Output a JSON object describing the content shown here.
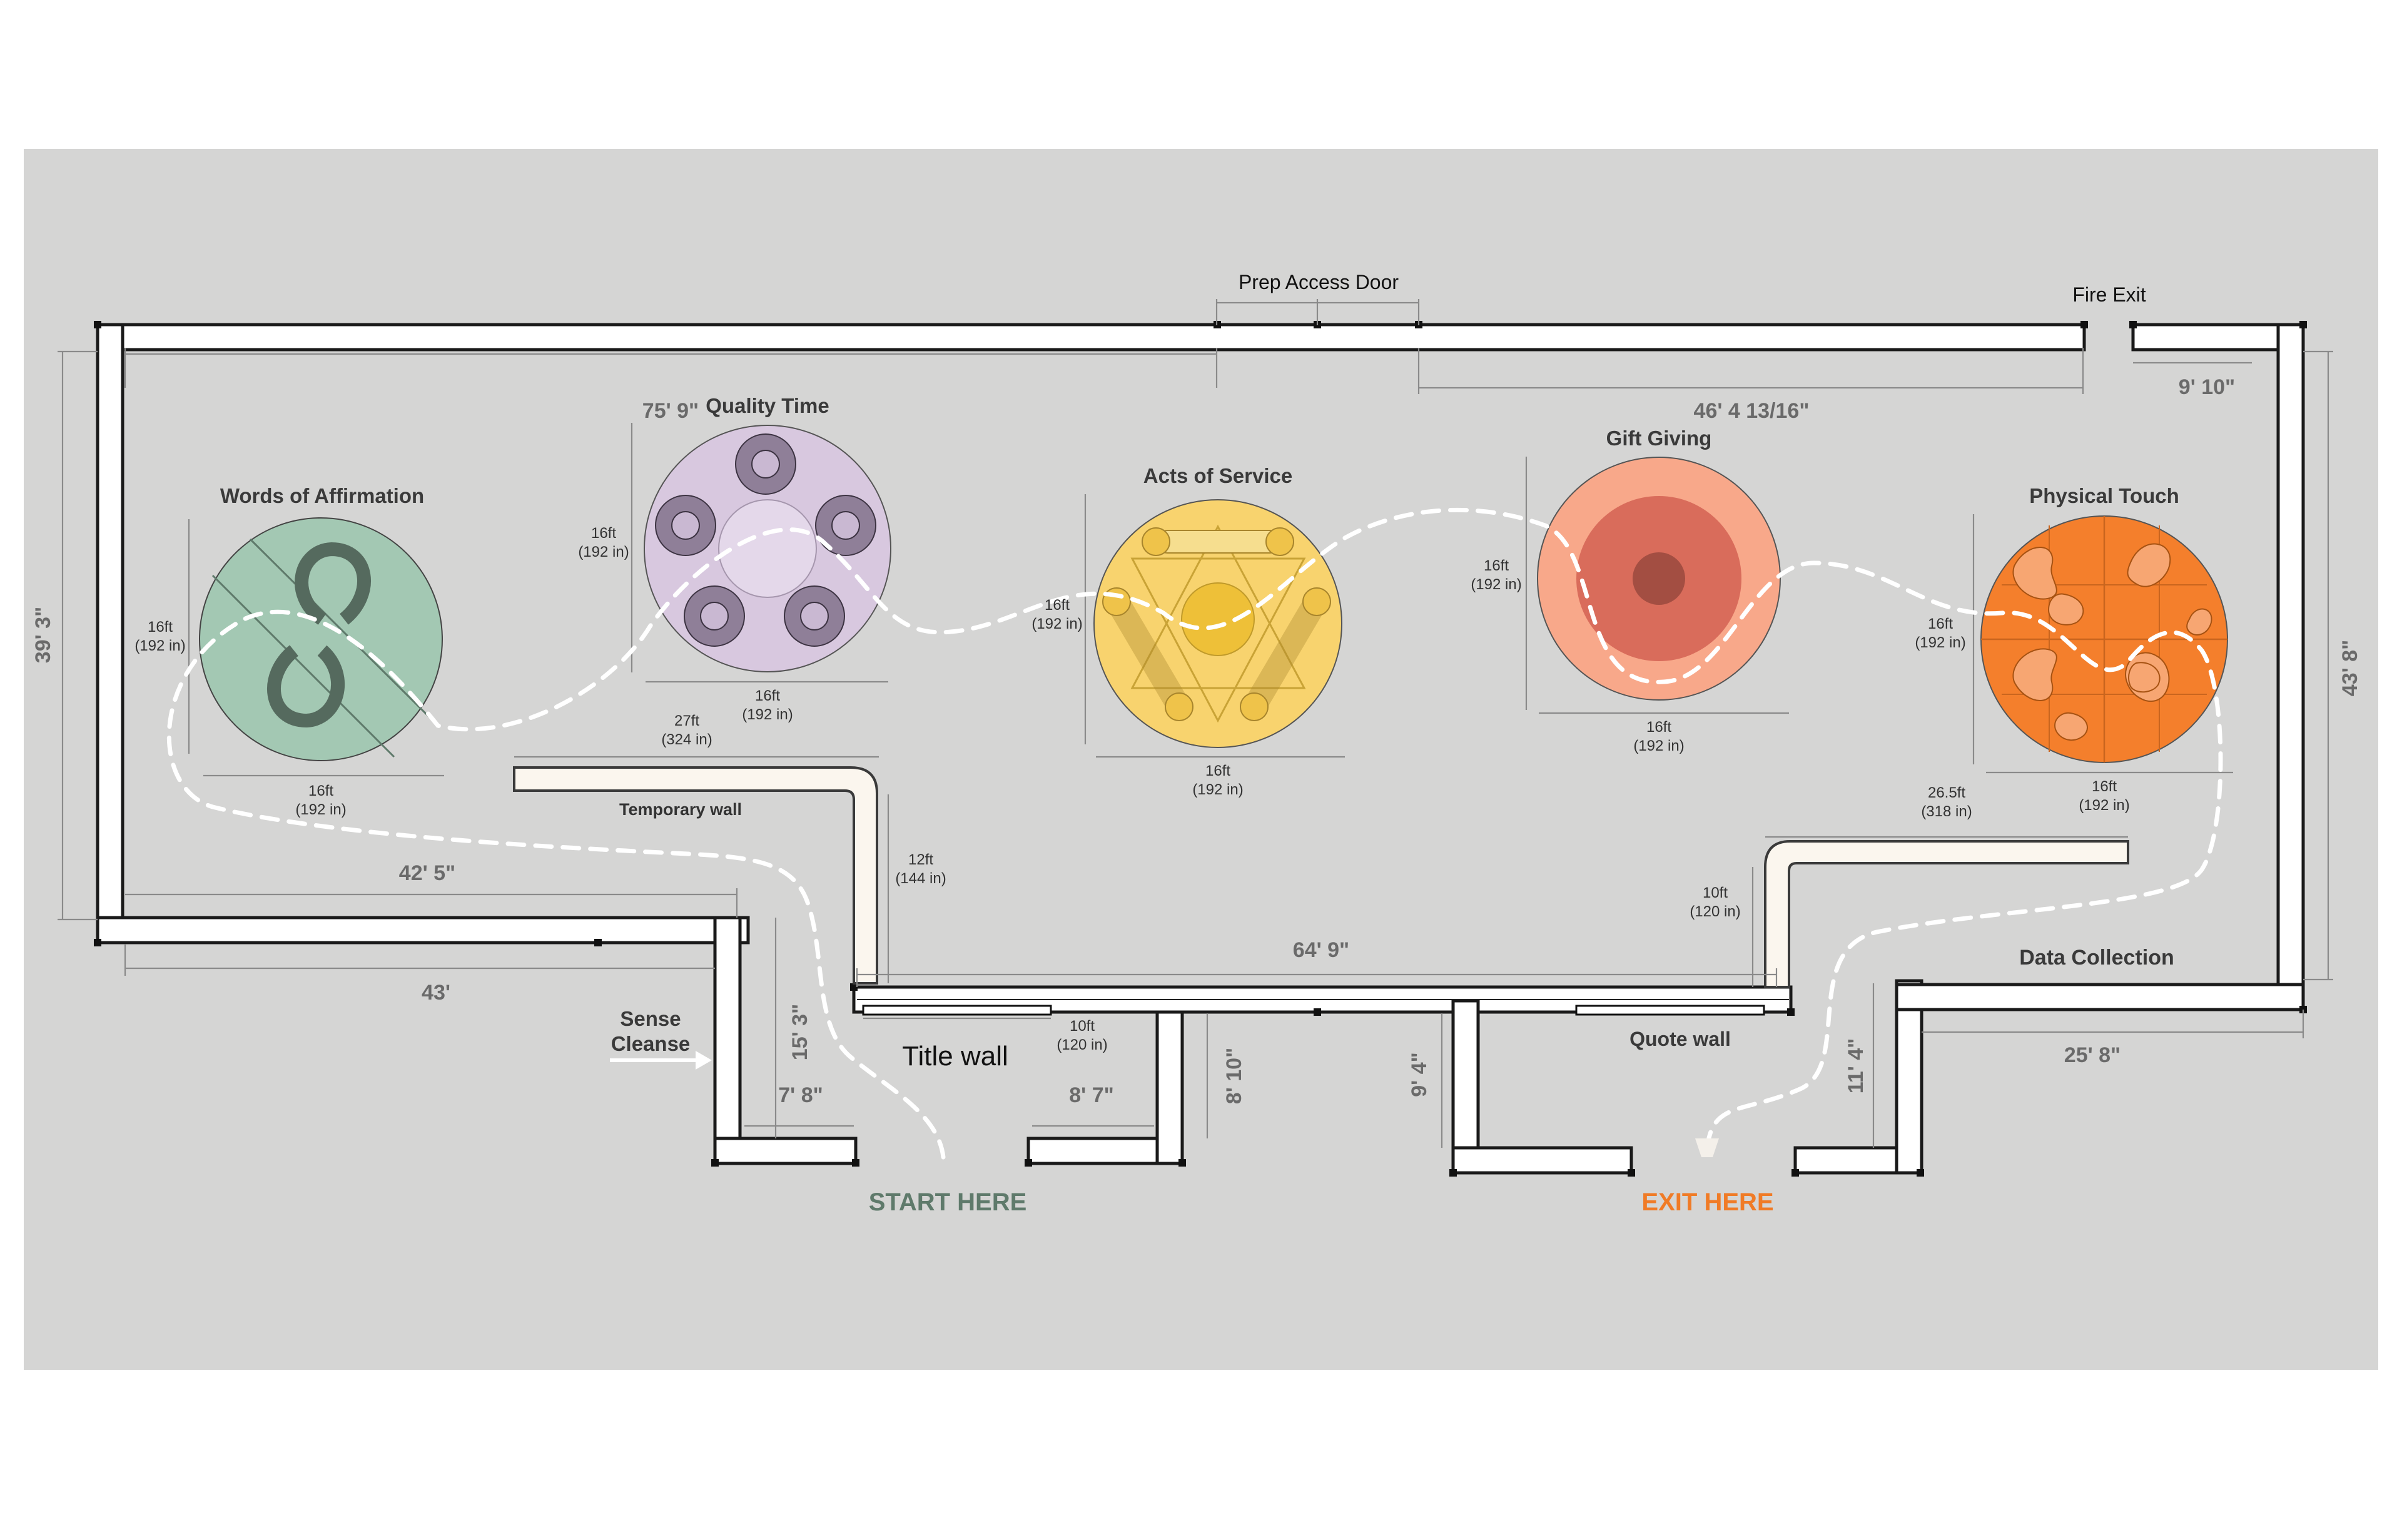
{
  "colors": {
    "floor": "#d5d5d4",
    "words": "#a3c8b3",
    "quality": "#d8c8df",
    "acts": "#f8d36e",
    "gift": "#f8a88a",
    "touch": "#f47f2c",
    "start": "#5f7a6b",
    "exit": "#f07b26"
  },
  "doors": {
    "prep": "Prep Access Door",
    "fire": "Fire Exit"
  },
  "zones": {
    "words": {
      "label": "Words of Affirmation",
      "size_ft": "16ft",
      "size_in": "(192 in)",
      "icon": "infinity-icon"
    },
    "quality": {
      "label": "Quality Time",
      "size_ft": "16ft",
      "size_in": "(192 in)",
      "icon": "lotus-seat-icon"
    },
    "acts": {
      "label": "Acts of Service",
      "size_ft": "16ft",
      "size_in": "(192 in)",
      "icon": "triangle-table-icon"
    },
    "gift": {
      "label": "Gift Giving",
      "size_ft": "16ft",
      "size_in": "(192 in)",
      "icon": "concentric-circle-icon"
    },
    "touch": {
      "label": "Physical Touch",
      "size_ft": "16ft",
      "size_in": "(192 in)",
      "icon": "kidney-cushion-icon"
    }
  },
  "walls": {
    "temporary": "Temporary wall",
    "title": "Title wall",
    "quote": "Quote wall",
    "data": "Data Collection",
    "sense1": "Sense",
    "sense2": "Cleanse"
  },
  "dims": {
    "top_left": "75' 9\"",
    "top_right": "46' 4 13/16\"",
    "fire_gap": "9' 10\"",
    "left_side": "39' 3\"",
    "right_side": "43' 8\"",
    "left_inner": "42' 5\"",
    "left_outer": "43'",
    "center": "64' 9\"",
    "right_outer": "25' 8\"",
    "entry_depth": "15' 3\"",
    "entry_left": "7' 8\"",
    "entry_right": "8' 7\"",
    "entry_h": "8' 10\"",
    "exit_h": "9' 4\"",
    "exit_right_h": "11' 4\"",
    "tw_ft": "27ft",
    "tw_in": "(324 in)",
    "tw_v_ft": "12ft",
    "tw_v_in": "(144 in)",
    "title_ft": "10ft",
    "title_in": "(120 in)",
    "rw_ft": "26.5ft",
    "rw_in": "(318 in)",
    "rw_v_ft": "10ft",
    "rw_v_in": "(120 in)"
  },
  "start_label": "START HERE",
  "exit_label": "EXIT HERE"
}
